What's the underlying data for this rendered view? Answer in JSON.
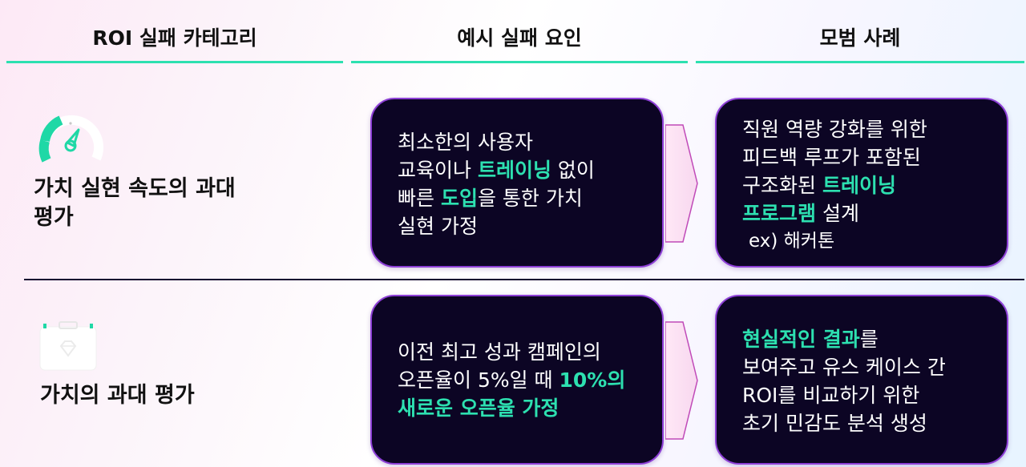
{
  "headers": {
    "category": "ROI 실패 카테고리",
    "example": "예시 실패 요인",
    "best_practice": "모범 사례"
  },
  "rows": [
    {
      "category_label_line1": "가치 실현 속도의 과대",
      "category_label_line2": "평가",
      "category_icon": "speedometer-icon",
      "example": {
        "line1": "최소한의 사용자",
        "line2_a": "교육이나 ",
        "line2_hl": "트레이닝",
        "line2_b": " 없이",
        "line3_a": "빠른 ",
        "line3_hl": "도입",
        "line3_b": "을 통한 가치",
        "line4": "실현 가정"
      },
      "best_practice": {
        "line1": "직원 역량 강화를 위한",
        "line2": "피드백 루프가 포함된",
        "line3_a": "구조화된 ",
        "line3_hl": "트레이닝",
        "line4_hl": "프로그램",
        "line4_b": " 설계",
        "line5": "ex) 해커톤"
      }
    },
    {
      "category_label": "가치의 과대 평가",
      "category_icon": "briefcase-diamond-icon",
      "example": {
        "line1": "이전 최고 성과 캠페인의",
        "line2_a": "오픈율이 5%일 때 ",
        "line2_hl": "10%의",
        "line3_hl": "새로운 오픈율 가정"
      },
      "best_practice": {
        "line1_hl": "현실적인 결과",
        "line1_b": "를",
        "line2": "보여주고 유스 케이스 간",
        "line3": "ROI를 비교하기 위한",
        "line4": "초기 민감도 분석 생성"
      }
    }
  ],
  "colors": {
    "accent": "#2de0b0",
    "card_bg": "#0c0524",
    "card_border": "#8d3fd6"
  }
}
